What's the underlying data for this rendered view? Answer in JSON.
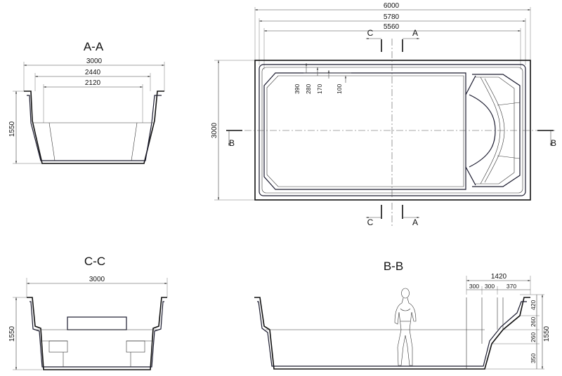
{
  "views": {
    "aa": {
      "title": "A-A",
      "dim_total": "3000",
      "dim_mid": "2440",
      "dim_inner": "2120",
      "height": "1550"
    },
    "plan": {
      "length_total": "6000",
      "length_mid": "5780",
      "length_inner": "5560",
      "width": "3000",
      "step_dims": [
        "390",
        "280",
        "170",
        "100"
      ],
      "cut_c": "C",
      "cut_a": "A",
      "cut_b": "B"
    },
    "cc": {
      "title": "C-C",
      "width": "3000",
      "height": "1550"
    },
    "bb": {
      "title": "B-B",
      "steps_total": "1420",
      "step_widths": [
        "300",
        "300",
        "370"
      ],
      "step_heights": [
        "420",
        "260",
        "260",
        "350"
      ],
      "height": "1550"
    }
  }
}
